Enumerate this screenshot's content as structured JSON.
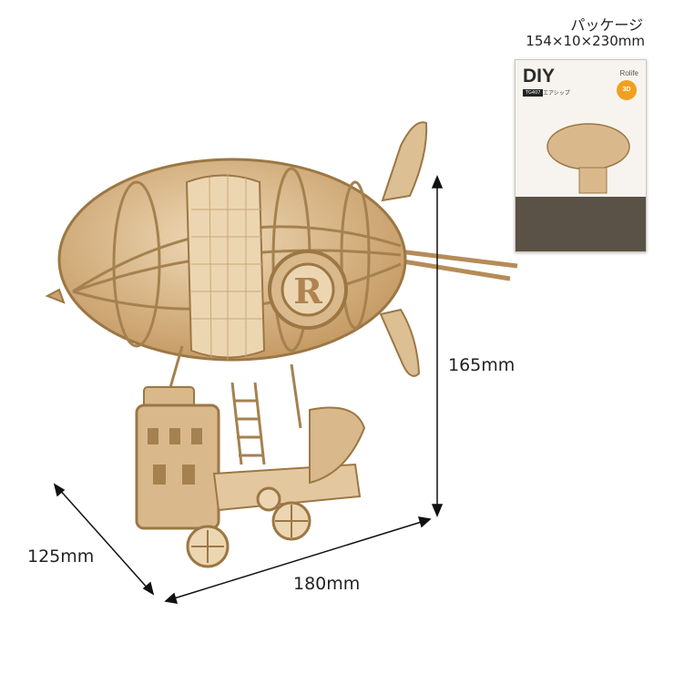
{
  "package": {
    "title": "パッケージ",
    "size": "154×10×230mm",
    "box_logo": "DIY",
    "box_brand": "Rolife",
    "box_badge": "TG407",
    "box_name": "エアシップ",
    "box_3d": "3D"
  },
  "dimensions": {
    "height": "165mm",
    "width": "180mm",
    "depth": "125mm"
  },
  "colors": {
    "wood": "#d9b98c",
    "wood_dark": "#a5814f",
    "wood_light": "#ecd6b2",
    "arrow": "#111111"
  }
}
